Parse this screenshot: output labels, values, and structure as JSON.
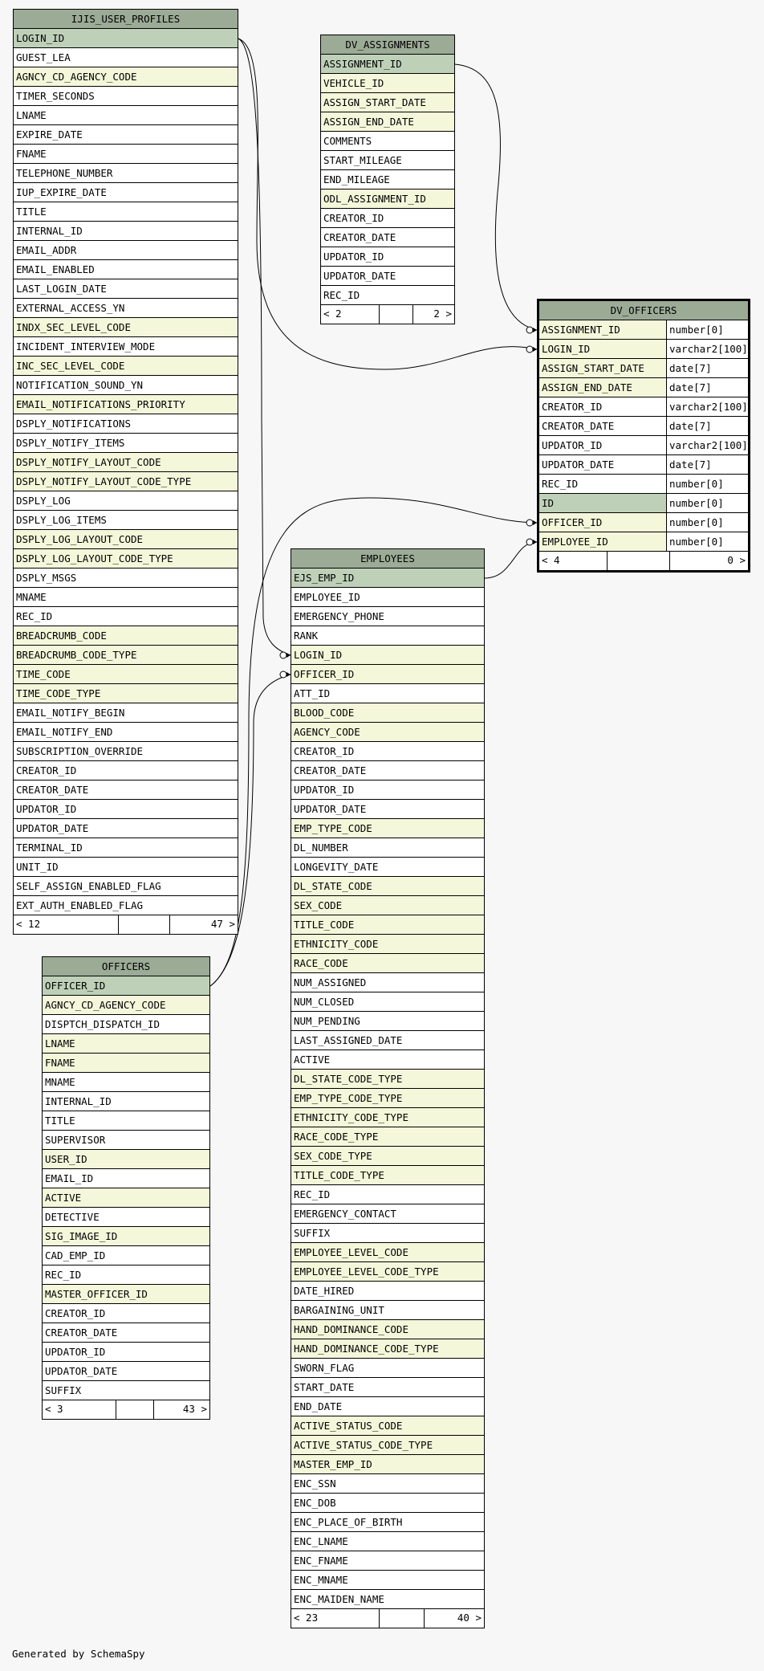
{
  "tables": [
    {
      "id": "ijis_user_profiles",
      "name": "IJIS_USER_PROFILES",
      "footer": {
        "parents": "< 12",
        "children": "47 >"
      },
      "columns": [
        {
          "name": "LOGIN_ID",
          "kind": "pk"
        },
        {
          "name": "GUEST_LEA",
          "kind": "plain"
        },
        {
          "name": "AGNCY_CD_AGENCY_CODE",
          "kind": "fk"
        },
        {
          "name": "TIMER_SECONDS",
          "kind": "plain"
        },
        {
          "name": "LNAME",
          "kind": "plain"
        },
        {
          "name": "EXPIRE_DATE",
          "kind": "plain"
        },
        {
          "name": "FNAME",
          "kind": "plain"
        },
        {
          "name": "TELEPHONE_NUMBER",
          "kind": "plain"
        },
        {
          "name": "IUP_EXPIRE_DATE",
          "kind": "plain"
        },
        {
          "name": "TITLE",
          "kind": "plain"
        },
        {
          "name": "INTERNAL_ID",
          "kind": "plain"
        },
        {
          "name": "EMAIL_ADDR",
          "kind": "plain"
        },
        {
          "name": "EMAIL_ENABLED",
          "kind": "plain"
        },
        {
          "name": "LAST_LOGIN_DATE",
          "kind": "plain"
        },
        {
          "name": "EXTERNAL_ACCESS_YN",
          "kind": "plain"
        },
        {
          "name": "INDX_SEC_LEVEL_CODE",
          "kind": "fk"
        },
        {
          "name": "INCIDENT_INTERVIEW_MODE",
          "kind": "plain"
        },
        {
          "name": "INC_SEC_LEVEL_CODE",
          "kind": "fk"
        },
        {
          "name": "NOTIFICATION_SOUND_YN",
          "kind": "plain"
        },
        {
          "name": "EMAIL_NOTIFICATIONS_PRIORITY",
          "kind": "fk"
        },
        {
          "name": "DSPLY_NOTIFICATIONS",
          "kind": "plain"
        },
        {
          "name": "DSPLY_NOTIFY_ITEMS",
          "kind": "plain"
        },
        {
          "name": "DSPLY_NOTIFY_LAYOUT_CODE",
          "kind": "fk"
        },
        {
          "name": "DSPLY_NOTIFY_LAYOUT_CODE_TYPE",
          "kind": "fk"
        },
        {
          "name": "DSPLY_LOG",
          "kind": "plain"
        },
        {
          "name": "DSPLY_LOG_ITEMS",
          "kind": "plain"
        },
        {
          "name": "DSPLY_LOG_LAYOUT_CODE",
          "kind": "fk"
        },
        {
          "name": "DSPLY_LOG_LAYOUT_CODE_TYPE",
          "kind": "fk"
        },
        {
          "name": "DSPLY_MSGS",
          "kind": "plain"
        },
        {
          "name": "MNAME",
          "kind": "plain"
        },
        {
          "name": "REC_ID",
          "kind": "plain"
        },
        {
          "name": "BREADCRUMB_CODE",
          "kind": "fk"
        },
        {
          "name": "BREADCRUMB_CODE_TYPE",
          "kind": "fk"
        },
        {
          "name": "TIME_CODE",
          "kind": "fk"
        },
        {
          "name": "TIME_CODE_TYPE",
          "kind": "fk"
        },
        {
          "name": "EMAIL_NOTIFY_BEGIN",
          "kind": "plain"
        },
        {
          "name": "EMAIL_NOTIFY_END",
          "kind": "plain"
        },
        {
          "name": "SUBSCRIPTION_OVERRIDE",
          "kind": "plain"
        },
        {
          "name": "CREATOR_ID",
          "kind": "plain"
        },
        {
          "name": "CREATOR_DATE",
          "kind": "plain"
        },
        {
          "name": "UPDATOR_ID",
          "kind": "plain"
        },
        {
          "name": "UPDATOR_DATE",
          "kind": "plain"
        },
        {
          "name": "TERMINAL_ID",
          "kind": "plain"
        },
        {
          "name": "UNIT_ID",
          "kind": "plain"
        },
        {
          "name": "SELF_ASSIGN_ENABLED_FLAG",
          "kind": "plain"
        },
        {
          "name": "EXT_AUTH_ENABLED_FLAG",
          "kind": "plain"
        }
      ]
    },
    {
      "id": "dv_assignments",
      "name": "DV_ASSIGNMENTS",
      "footer": {
        "parents": "< 2",
        "children": "2 >"
      },
      "columns": [
        {
          "name": "ASSIGNMENT_ID",
          "kind": "pk"
        },
        {
          "name": "VEHICLE_ID",
          "kind": "fk"
        },
        {
          "name": "ASSIGN_START_DATE",
          "kind": "fk"
        },
        {
          "name": "ASSIGN_END_DATE",
          "kind": "fk"
        },
        {
          "name": "COMMENTS",
          "kind": "plain"
        },
        {
          "name": "START_MILEAGE",
          "kind": "plain"
        },
        {
          "name": "END_MILEAGE",
          "kind": "plain"
        },
        {
          "name": "ODL_ASSIGNMENT_ID",
          "kind": "fk"
        },
        {
          "name": "CREATOR_ID",
          "kind": "plain"
        },
        {
          "name": "CREATOR_DATE",
          "kind": "plain"
        },
        {
          "name": "UPDATOR_ID",
          "kind": "plain"
        },
        {
          "name": "UPDATOR_DATE",
          "kind": "plain"
        },
        {
          "name": "REC_ID",
          "kind": "plain"
        }
      ]
    },
    {
      "id": "dv_officers",
      "name": "DV_OFFICERS",
      "focus": true,
      "footer": {
        "parents": "< 4",
        "children": "0 >"
      },
      "columns": [
        {
          "name": "ASSIGNMENT_ID",
          "kind": "fk",
          "type": "number[0]"
        },
        {
          "name": "LOGIN_ID",
          "kind": "fk",
          "type": "varchar2[100]"
        },
        {
          "name": "ASSIGN_START_DATE",
          "kind": "fk",
          "type": "date[7]"
        },
        {
          "name": "ASSIGN_END_DATE",
          "kind": "fk",
          "type": "date[7]"
        },
        {
          "name": "CREATOR_ID",
          "kind": "plain",
          "type": "varchar2[100]"
        },
        {
          "name": "CREATOR_DATE",
          "kind": "plain",
          "type": "date[7]"
        },
        {
          "name": "UPDATOR_ID",
          "kind": "plain",
          "type": "varchar2[100]"
        },
        {
          "name": "UPDATOR_DATE",
          "kind": "plain",
          "type": "date[7]"
        },
        {
          "name": "REC_ID",
          "kind": "plain",
          "type": "number[0]"
        },
        {
          "name": "ID",
          "kind": "pk",
          "type": "number[0]"
        },
        {
          "name": "OFFICER_ID",
          "kind": "fk",
          "type": "number[0]"
        },
        {
          "name": "EMPLOYEE_ID",
          "kind": "fk",
          "type": "number[0]"
        }
      ]
    },
    {
      "id": "employees",
      "name": "EMPLOYEES",
      "footer": {
        "parents": "< 23",
        "children": "40 >"
      },
      "columns": [
        {
          "name": "EJS_EMP_ID",
          "kind": "pk"
        },
        {
          "name": "EMPLOYEE_ID",
          "kind": "plain"
        },
        {
          "name": "EMERGENCY_PHONE",
          "kind": "plain"
        },
        {
          "name": "RANK",
          "kind": "plain"
        },
        {
          "name": "LOGIN_ID",
          "kind": "fk"
        },
        {
          "name": "OFFICER_ID",
          "kind": "fk"
        },
        {
          "name": "ATT_ID",
          "kind": "plain"
        },
        {
          "name": "BLOOD_CODE",
          "kind": "fk"
        },
        {
          "name": "AGENCY_CODE",
          "kind": "fk"
        },
        {
          "name": "CREATOR_ID",
          "kind": "plain"
        },
        {
          "name": "CREATOR_DATE",
          "kind": "plain"
        },
        {
          "name": "UPDATOR_ID",
          "kind": "plain"
        },
        {
          "name": "UPDATOR_DATE",
          "kind": "plain"
        },
        {
          "name": "EMP_TYPE_CODE",
          "kind": "fk"
        },
        {
          "name": "DL_NUMBER",
          "kind": "plain"
        },
        {
          "name": "LONGEVITY_DATE",
          "kind": "plain"
        },
        {
          "name": "DL_STATE_CODE",
          "kind": "fk"
        },
        {
          "name": "SEX_CODE",
          "kind": "fk"
        },
        {
          "name": "TITLE_CODE",
          "kind": "fk"
        },
        {
          "name": "ETHNICITY_CODE",
          "kind": "fk"
        },
        {
          "name": "RACE_CODE",
          "kind": "fk"
        },
        {
          "name": "NUM_ASSIGNED",
          "kind": "plain"
        },
        {
          "name": "NUM_CLOSED",
          "kind": "plain"
        },
        {
          "name": "NUM_PENDING",
          "kind": "plain"
        },
        {
          "name": "LAST_ASSIGNED_DATE",
          "kind": "plain"
        },
        {
          "name": "ACTIVE",
          "kind": "plain"
        },
        {
          "name": "DL_STATE_CODE_TYPE",
          "kind": "fk"
        },
        {
          "name": "EMP_TYPE_CODE_TYPE",
          "kind": "fk"
        },
        {
          "name": "ETHNICITY_CODE_TYPE",
          "kind": "fk"
        },
        {
          "name": "RACE_CODE_TYPE",
          "kind": "fk"
        },
        {
          "name": "SEX_CODE_TYPE",
          "kind": "fk"
        },
        {
          "name": "TITLE_CODE_TYPE",
          "kind": "fk"
        },
        {
          "name": "REC_ID",
          "kind": "plain"
        },
        {
          "name": "EMERGENCY_CONTACT",
          "kind": "plain"
        },
        {
          "name": "SUFFIX",
          "kind": "plain"
        },
        {
          "name": "EMPLOYEE_LEVEL_CODE",
          "kind": "fk"
        },
        {
          "name": "EMPLOYEE_LEVEL_CODE_TYPE",
          "kind": "fk"
        },
        {
          "name": "DATE_HIRED",
          "kind": "plain"
        },
        {
          "name": "BARGAINING_UNIT",
          "kind": "plain"
        },
        {
          "name": "HAND_DOMINANCE_CODE",
          "kind": "fk"
        },
        {
          "name": "HAND_DOMINANCE_CODE_TYPE",
          "kind": "fk"
        },
        {
          "name": "SWORN_FLAG",
          "kind": "plain"
        },
        {
          "name": "START_DATE",
          "kind": "plain"
        },
        {
          "name": "END_DATE",
          "kind": "plain"
        },
        {
          "name": "ACTIVE_STATUS_CODE",
          "kind": "fk"
        },
        {
          "name": "ACTIVE_STATUS_CODE_TYPE",
          "kind": "fk"
        },
        {
          "name": "MASTER_EMP_ID",
          "kind": "fk"
        },
        {
          "name": "ENC_SSN",
          "kind": "plain"
        },
        {
          "name": "ENC_DOB",
          "kind": "plain"
        },
        {
          "name": "ENC_PLACE_OF_BIRTH",
          "kind": "plain"
        },
        {
          "name": "ENC_LNAME",
          "kind": "plain"
        },
        {
          "name": "ENC_FNAME",
          "kind": "plain"
        },
        {
          "name": "ENC_MNAME",
          "kind": "plain"
        },
        {
          "name": "ENC_MAIDEN_NAME",
          "kind": "plain"
        }
      ]
    },
    {
      "id": "officers",
      "name": "OFFICERS",
      "footer": {
        "parents": "< 3",
        "children": "43 >"
      },
      "columns": [
        {
          "name": "OFFICER_ID",
          "kind": "pk"
        },
        {
          "name": "AGNCY_CD_AGENCY_CODE",
          "kind": "fk"
        },
        {
          "name": "DISPTCH_DISPATCH_ID",
          "kind": "plain"
        },
        {
          "name": "LNAME",
          "kind": "fk"
        },
        {
          "name": "FNAME",
          "kind": "fk"
        },
        {
          "name": "MNAME",
          "kind": "plain"
        },
        {
          "name": "INTERNAL_ID",
          "kind": "plain"
        },
        {
          "name": "TITLE",
          "kind": "plain"
        },
        {
          "name": "SUPERVISOR",
          "kind": "plain"
        },
        {
          "name": "USER_ID",
          "kind": "fk"
        },
        {
          "name": "EMAIL_ID",
          "kind": "plain"
        },
        {
          "name": "ACTIVE",
          "kind": "fk"
        },
        {
          "name": "DETECTIVE",
          "kind": "plain"
        },
        {
          "name": "SIG_IMAGE_ID",
          "kind": "fk"
        },
        {
          "name": "CAD_EMP_ID",
          "kind": "plain"
        },
        {
          "name": "REC_ID",
          "kind": "plain"
        },
        {
          "name": "MASTER_OFFICER_ID",
          "kind": "fk"
        },
        {
          "name": "CREATOR_ID",
          "kind": "plain"
        },
        {
          "name": "CREATOR_DATE",
          "kind": "plain"
        },
        {
          "name": "UPDATOR_ID",
          "kind": "plain"
        },
        {
          "name": "UPDATOR_DATE",
          "kind": "plain"
        },
        {
          "name": "SUFFIX",
          "kind": "plain"
        }
      ]
    }
  ],
  "relationships": [
    {
      "from": "ijis_user_profiles.LOGIN_ID",
      "to": "dv_officers.LOGIN_ID"
    },
    {
      "from": "ijis_user_profiles.LOGIN_ID",
      "to": "employees.LOGIN_ID"
    },
    {
      "from": "dv_assignments.ASSIGNMENT_ID",
      "to": "dv_officers.ASSIGNMENT_ID"
    },
    {
      "from": "officers.OFFICER_ID",
      "to": "dv_officers.OFFICER_ID"
    },
    {
      "from": "officers.OFFICER_ID",
      "to": "employees.OFFICER_ID"
    },
    {
      "from": "employees.EJS_EMP_ID",
      "to": "dv_officers.EMPLOYEE_ID"
    }
  ],
  "colors": {
    "header": "#9bab96",
    "primary_key": "#bed1b8",
    "foreign_key": "#f4f7da",
    "plain": "#ffffff"
  },
  "credit": "Generated by SchemaSpy"
}
